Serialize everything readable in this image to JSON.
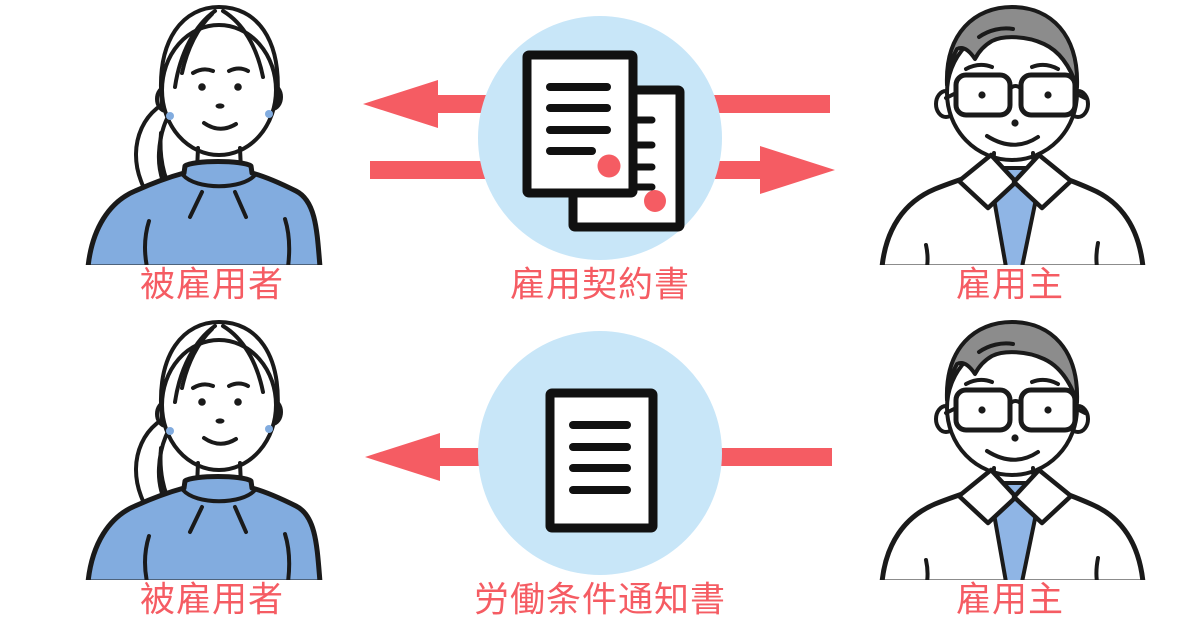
{
  "colors": {
    "accent": "#F55C63",
    "circle": "#C8E6F8",
    "garment": "#82ACDF",
    "tie": "#8FB5E5",
    "ink": "#1A1A1A",
    "hair": "#8C8C8C",
    "bg": "#FFFFFF"
  },
  "rows": [
    {
      "left_label": "被雇用者",
      "center_label": "雇用契約書",
      "right_label": "雇用主",
      "left_figure": "female-employee-illustration",
      "right_figure": "male-employer-illustration",
      "center_icon": "two-contract-documents-with-red-seals-icon",
      "arrows": [
        {
          "direction": "left",
          "meaning": "document handed to employee"
        },
        {
          "direction": "right",
          "meaning": "document handed to employer"
        }
      ]
    },
    {
      "left_label": "被雇用者",
      "center_label": "労働条件通知書",
      "right_label": "雇用主",
      "left_figure": "female-employee-illustration",
      "right_figure": "male-employer-illustration",
      "center_icon": "single-document-icon",
      "arrows": [
        {
          "direction": "left",
          "meaning": "document handed to employee"
        }
      ]
    }
  ]
}
